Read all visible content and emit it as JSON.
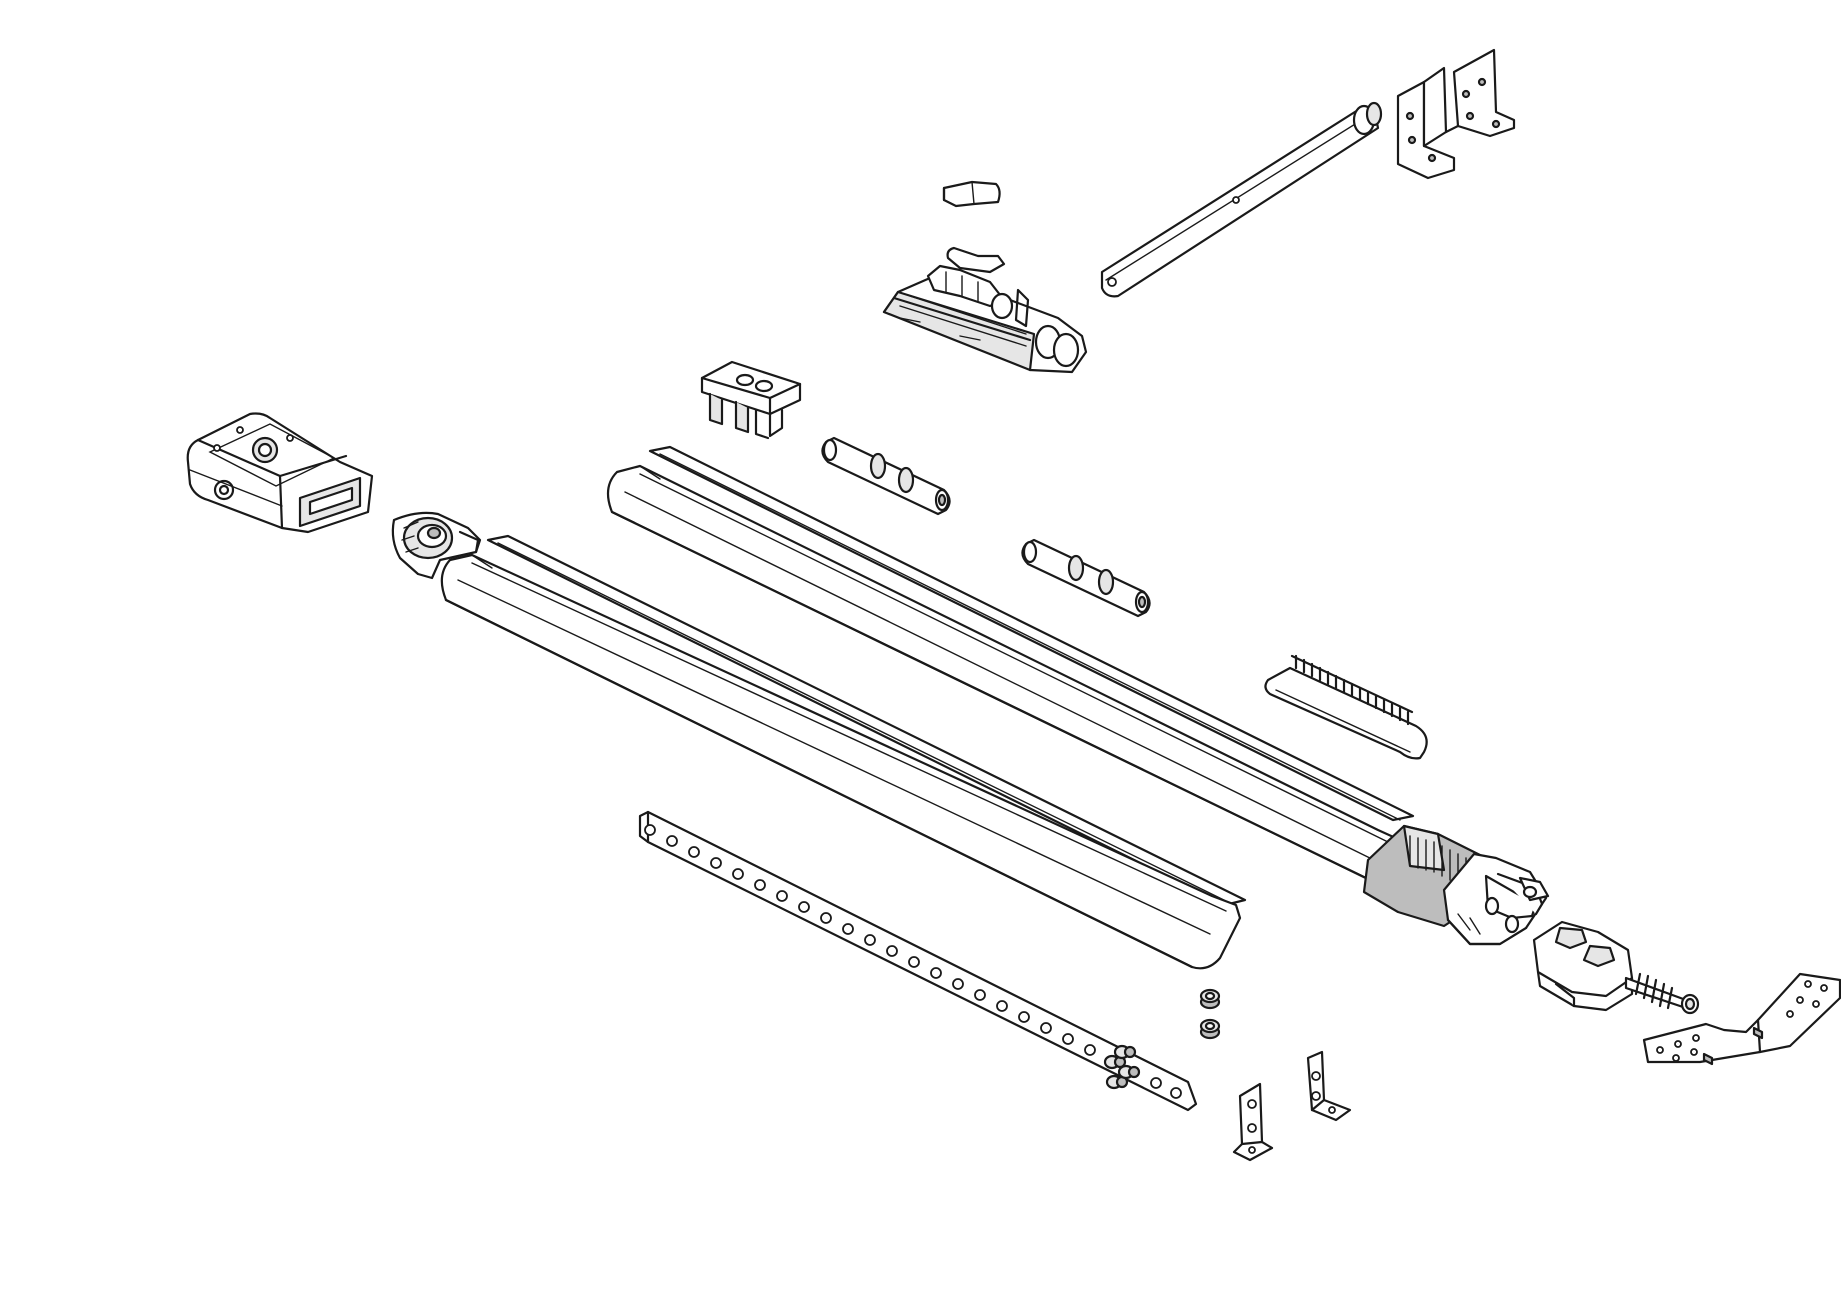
{
  "figure": {
    "type": "exploded-assembly-drawing",
    "line_color": "#1a1a1a",
    "background": "#ffffff",
    "fill_light": "#e6e6e6",
    "fill_mid": "#bdbdbd",
    "parts": [
      "motor-head-cover",
      "front-pulley-idler",
      "rail-section-front",
      "rail-section-rear",
      "trolley-carriage",
      "trolley-release-lever",
      "rail-joiner-bracket",
      "connecting-pin-upper",
      "connecting-pin-lower",
      "door-arm-straight",
      "door-bracket-angle",
      "toothed-drive-belt",
      "belt-tension-housing",
      "header-tensioner-clamp",
      "header-mounting-plate",
      "perforated-hanging-strap",
      "hex-nuts",
      "l-mounting-bracket-left",
      "l-mounting-bracket-right"
    ]
  }
}
